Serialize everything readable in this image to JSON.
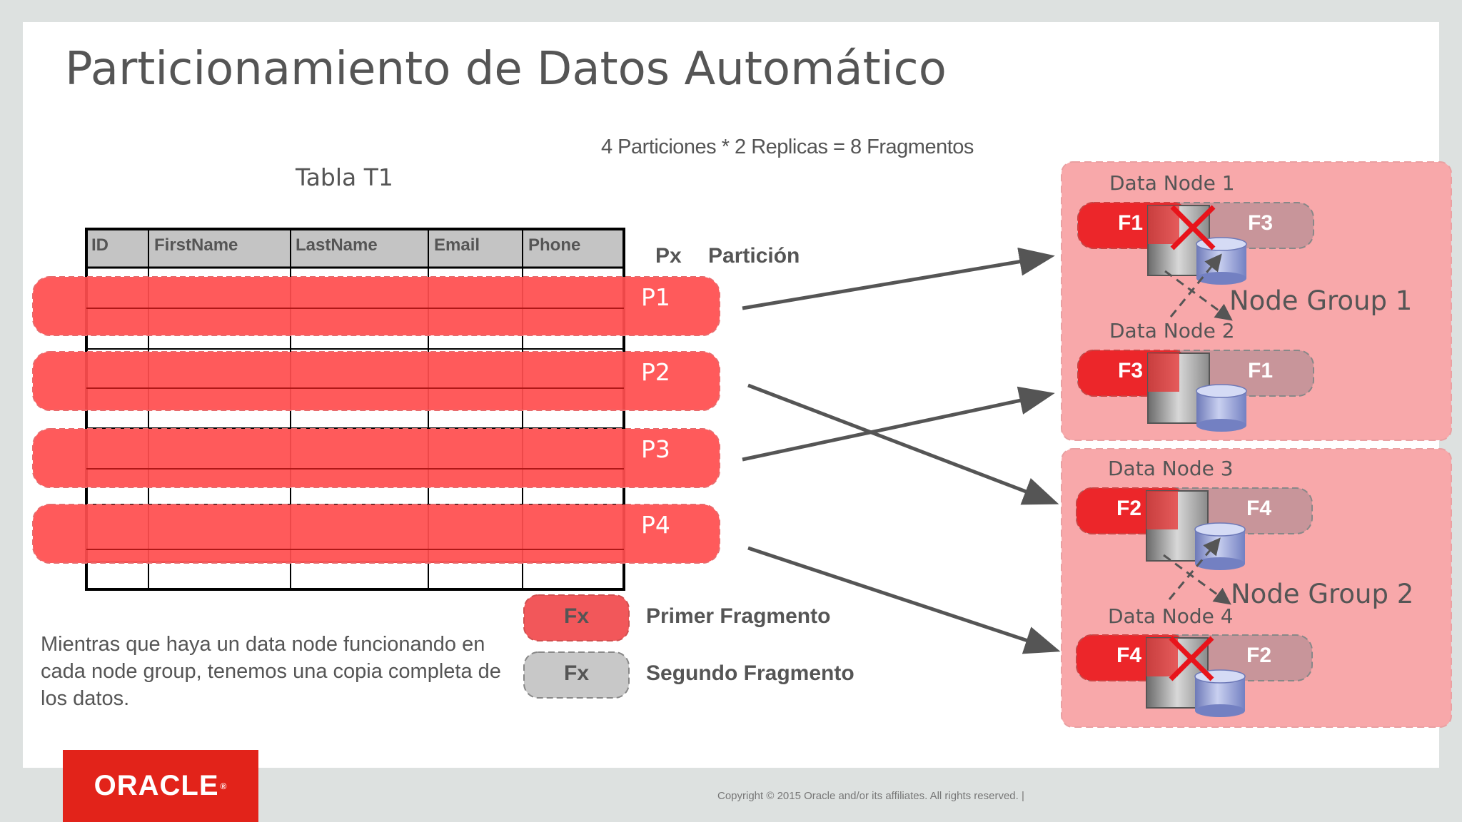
{
  "title": "Particionamiento de Datos Automático",
  "equation": "4 Particiones * 2 Replicas = 8 Fragmentos",
  "table": {
    "title": "Tabla T1",
    "columns": [
      "ID",
      "FirstName",
      "LastName",
      "Email",
      "Phone"
    ]
  },
  "partition_header": {
    "px": "Px",
    "name": "Partición"
  },
  "partitions": [
    "P1",
    "P2",
    "P3",
    "P4"
  ],
  "node_groups": [
    {
      "label": "Node Group 1",
      "nodes": [
        {
          "label": "Data Node 1",
          "primary": "F1",
          "secondary": "F3",
          "failed": true
        },
        {
          "label": "Data Node 2",
          "primary": "F3",
          "secondary": "F1",
          "failed": false
        }
      ]
    },
    {
      "label": "Node Group 2",
      "nodes": [
        {
          "label": "Data Node 3",
          "primary": "F2",
          "secondary": "F4",
          "failed": false
        },
        {
          "label": "Data Node 4",
          "primary": "F4",
          "secondary": "F2",
          "failed": true
        }
      ]
    }
  ],
  "legend": {
    "primary": {
      "swatch": "Fx",
      "label": "Primer Fragmento",
      "color": "#f2575a"
    },
    "secondary": {
      "swatch": "Fx",
      "label": "Segundo Fragmento",
      "color": "#c8c8c8"
    }
  },
  "note": "Mientras que haya un data node funcionando en cada node group, tenemos una copia completa de los datos.",
  "footer": {
    "logo": "ORACLE",
    "copyright": "Copyright © 2015 Oracle and/or its affiliates. All rights reserved.  |"
  },
  "colors": {
    "partition_band": "#ff4d4f",
    "node_group_bg": "#f8a8aa",
    "failure_x": "#e8141b",
    "arrow": "#555555"
  },
  "icons": [
    "server-icon",
    "database-icon",
    "failure-x-icon",
    "arrow"
  ]
}
